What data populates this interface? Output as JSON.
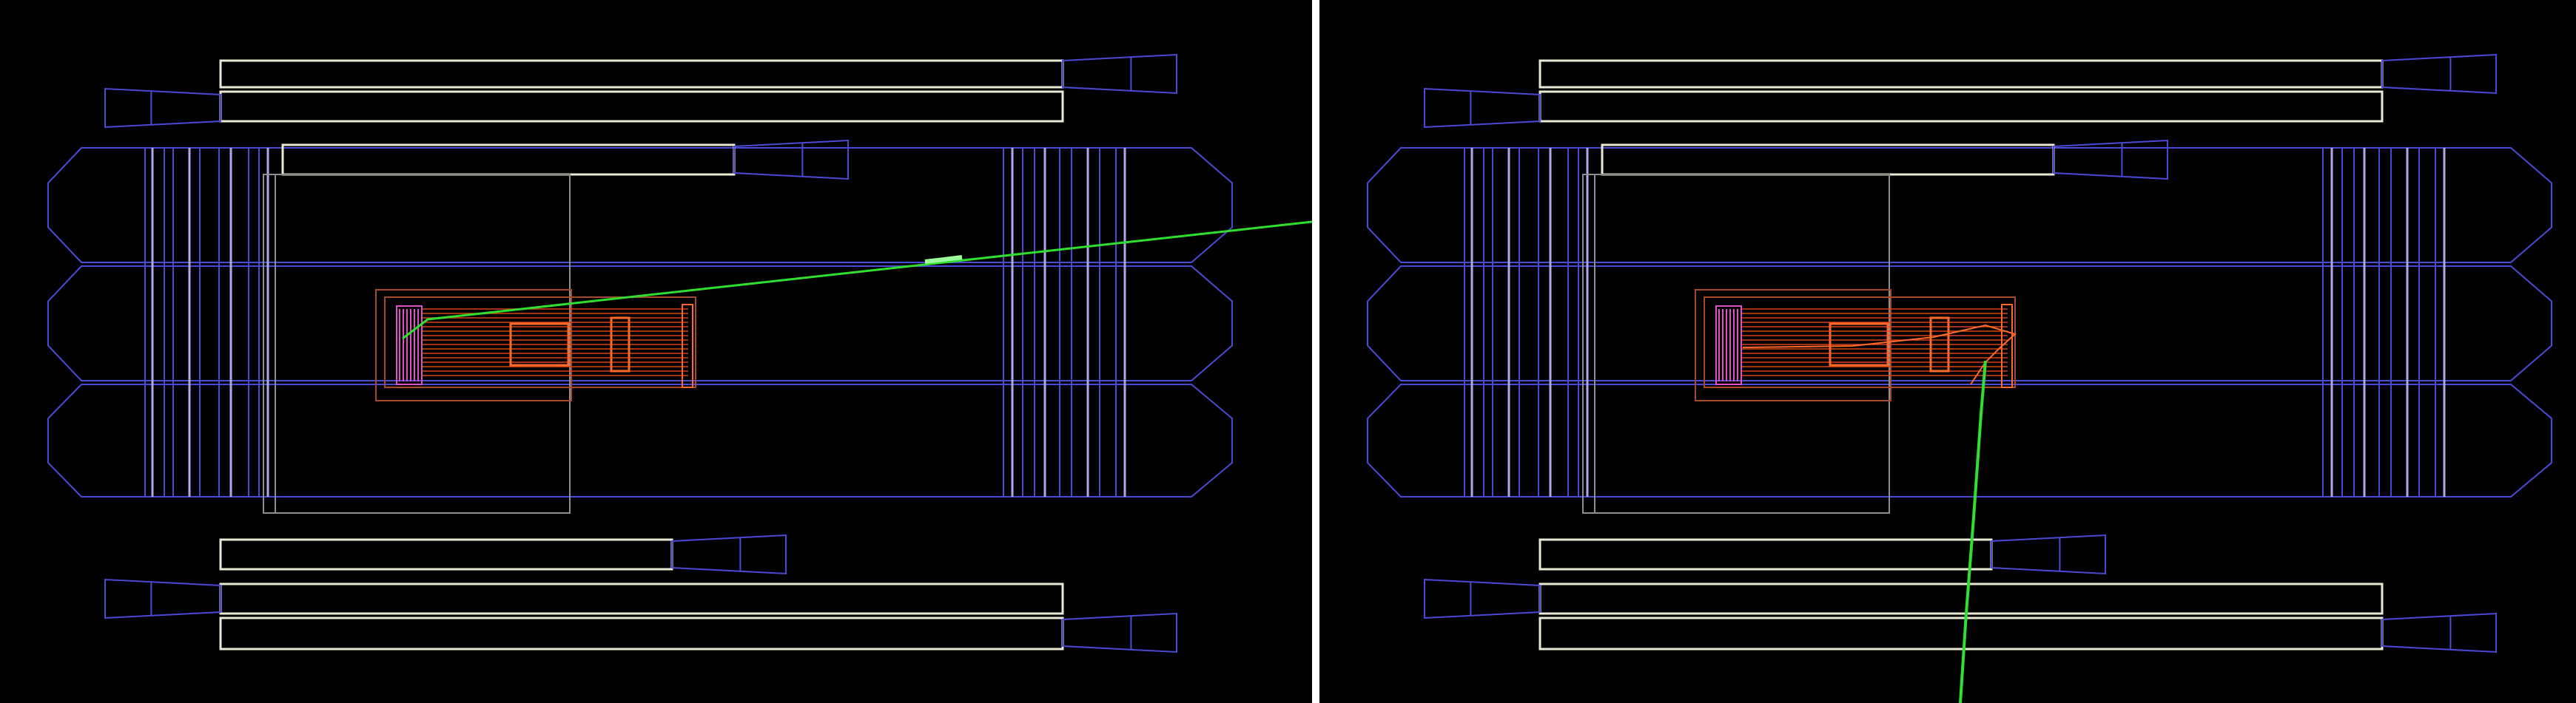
{
  "palette": {
    "background": "#000000",
    "divider": "#ffffff",
    "chamber": "#4a4ad6",
    "slab": "#e8e8d4",
    "inner_frame": "#8e8e8e",
    "detector_core": "#d8401a",
    "detector_glow": "#ff6a2a",
    "detector_frame": "#a84a2a",
    "magenta_plate": "#e050c8",
    "violet_line": "#b0a8ee",
    "track": "#2fe02f"
  },
  "panels": [
    {
      "id": "left",
      "track_shape": "straight-exit-right"
    },
    {
      "id": "right",
      "track_shape": "curved-exit-bottom"
    }
  ]
}
